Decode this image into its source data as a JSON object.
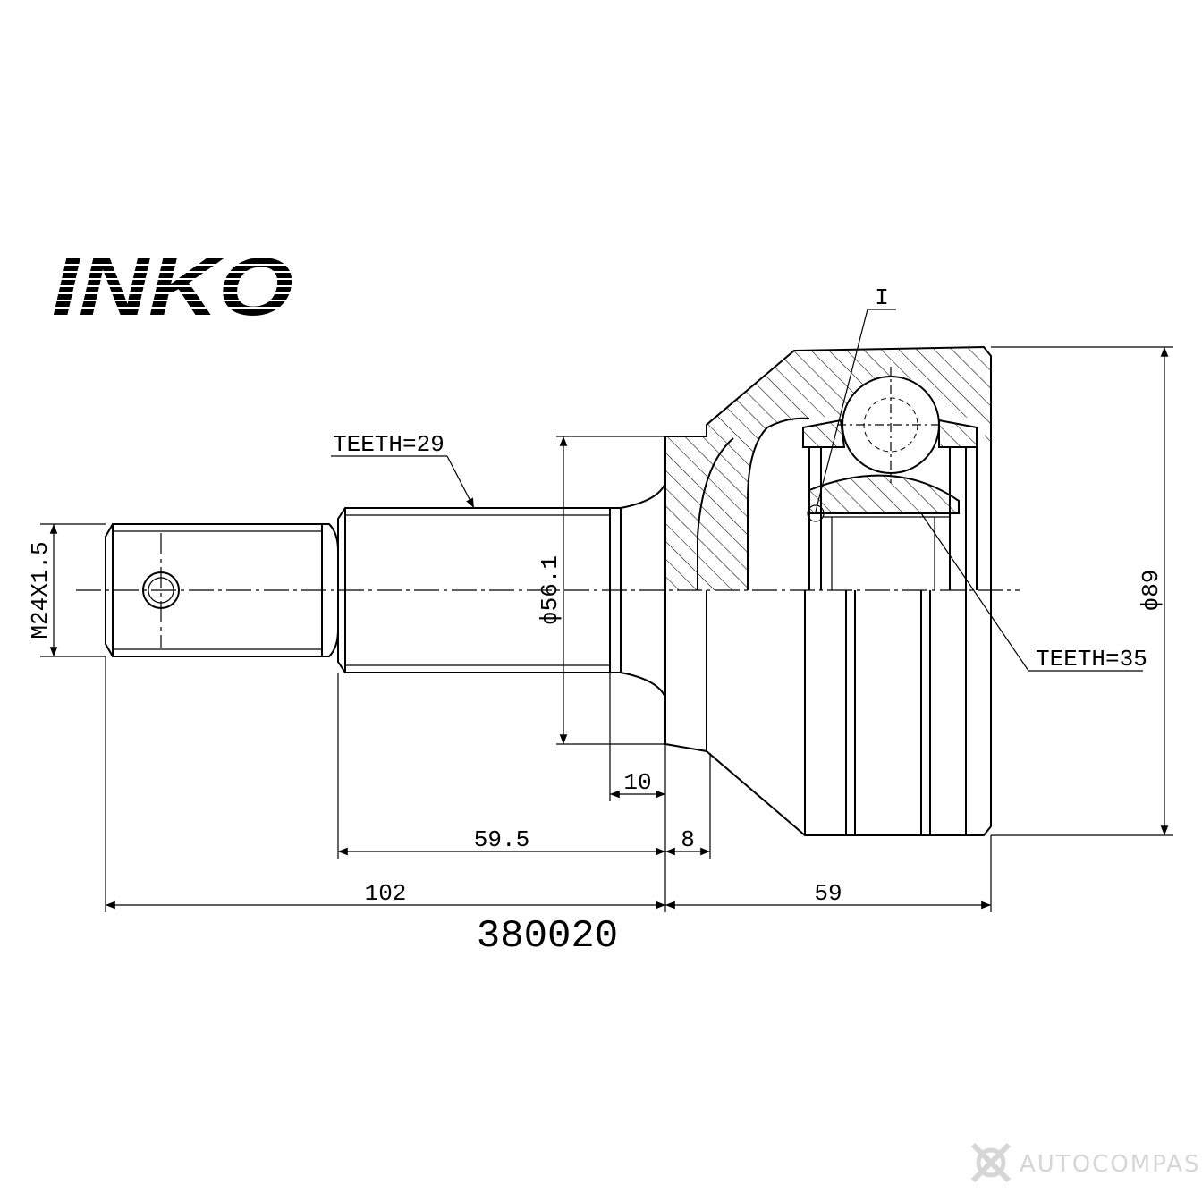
{
  "brand": {
    "logo_text": "INKO"
  },
  "part_number": "380020",
  "callouts": {
    "teeth_shaft": "TEETH=29",
    "teeth_inner": "TEETH=35",
    "detail_mark": "I"
  },
  "dimensions": {
    "thread": "M24X1.5",
    "spline_diameter": "ϕ56.1",
    "housing_diameter": "ϕ89",
    "d_10": "10",
    "d_59_5": "59.5",
    "d_8": "8",
    "d_102": "102",
    "d_59": "59"
  },
  "watermark": {
    "text": "AUTOCOMPAS",
    "icon": "gear-cross-icon",
    "color": "#d6d6d6"
  }
}
